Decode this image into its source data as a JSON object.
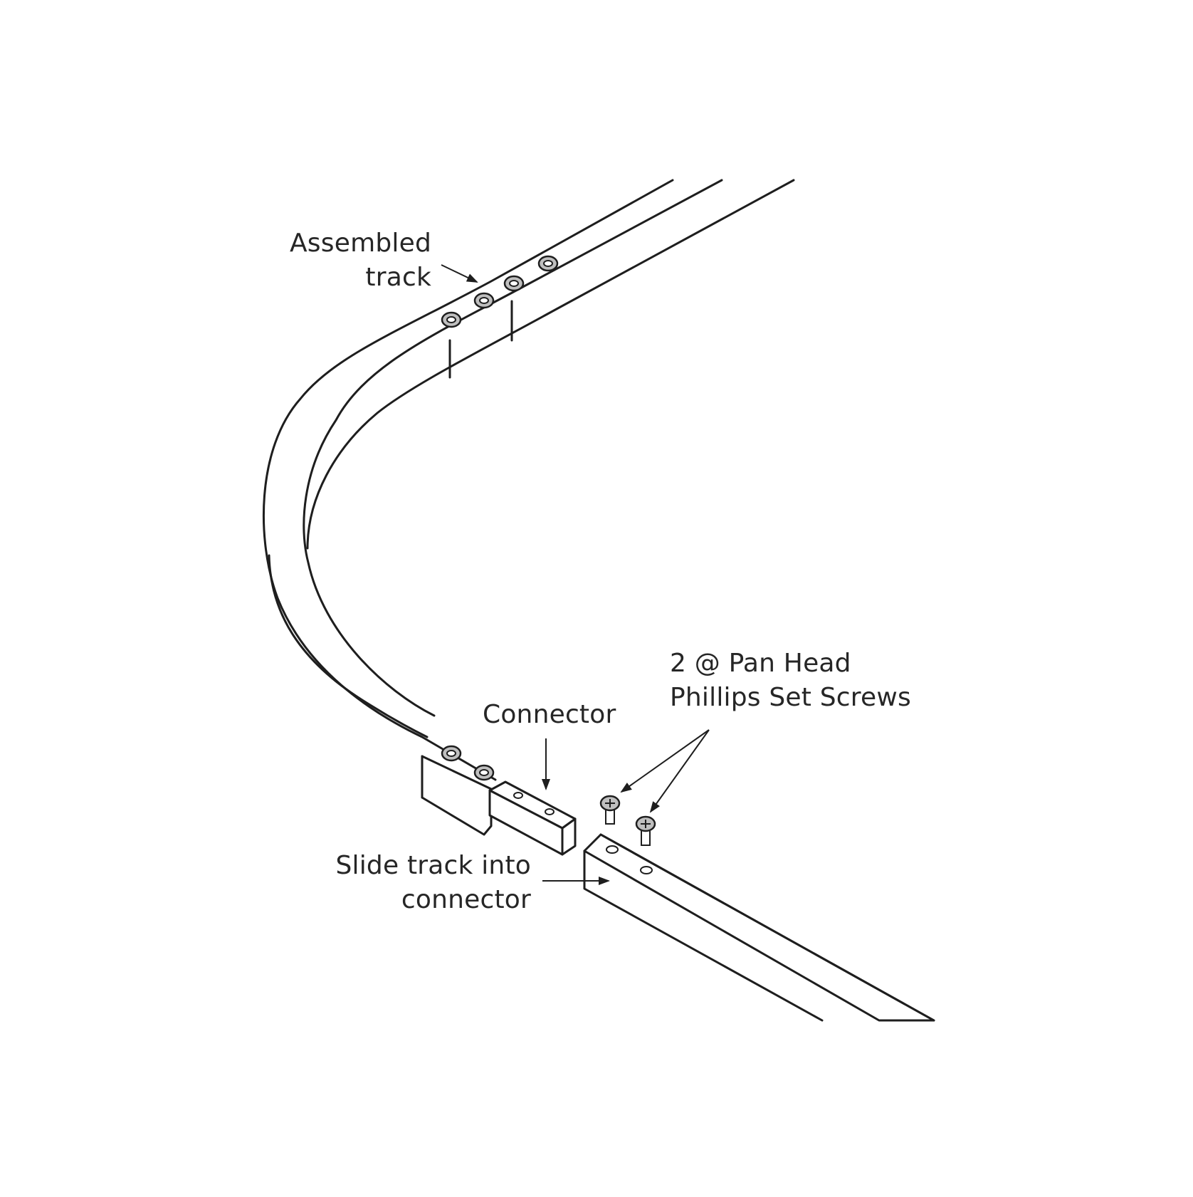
{
  "labels": {
    "assembled_track_line1": "Assembled",
    "assembled_track_line2": "track",
    "connector": "Connector",
    "screws_line1": "2 @ Pan Head",
    "screws_line2": "Phillips Set Screws",
    "slide_line1": "Slide track into",
    "slide_line2": "connector"
  },
  "colors": {
    "line": "#1e1e1e",
    "screw_fill": "#bfbfbf",
    "text": "#262626",
    "background": "#ffffff"
  }
}
